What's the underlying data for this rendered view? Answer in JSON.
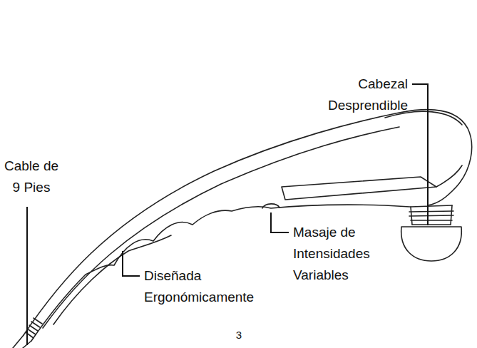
{
  "diagram": {
    "labels": [
      "Cabezal Desprendible",
      "Cable de 9 Pies",
      "Masaje de Intensidades Variables",
      "Diseñada Ergonómicamente",
      "3"
    ]
  }
}
